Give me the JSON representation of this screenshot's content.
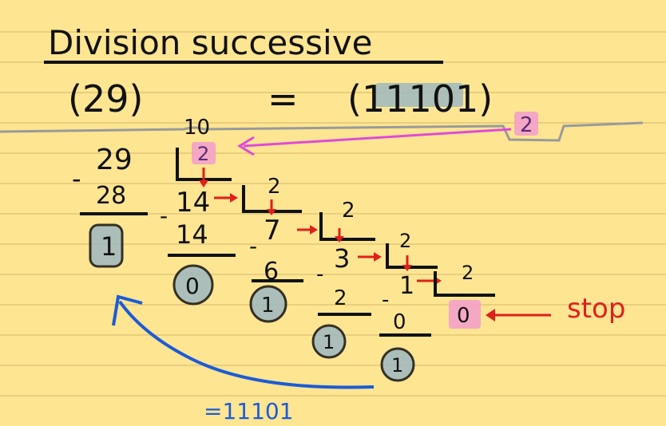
{
  "title": "Division successive",
  "equation": {
    "left": "(29)",
    "left_base": "10",
    "equals": "=",
    "right": "(11101)",
    "right_base": "2"
  },
  "steps": [
    {
      "dividend": "29",
      "divisor": "2",
      "product": "28",
      "remainder": "1"
    },
    {
      "dividend": "14",
      "divisor": "2",
      "product": "14",
      "remainder": "0"
    },
    {
      "dividend": "7",
      "divisor": "2",
      "product": "6",
      "remainder": "1"
    },
    {
      "dividend": "3",
      "divisor": "2",
      "product": "2",
      "remainder": "1"
    },
    {
      "dividend": "1",
      "divisor": "2",
      "product": "0",
      "remainder": "1"
    },
    {
      "dividend": "0",
      "divisor": "2",
      "product": "",
      "remainder": ""
    }
  ],
  "stop_label": "stop",
  "result_label": "=11101",
  "colors": {
    "paper": "#fde592",
    "rule_line": "#d5b86a",
    "ink": "#111111",
    "pink": "#e04ad8",
    "red": "#e0201a",
    "blue": "#1c5bd6",
    "highlight_grey": "#9fb8c0",
    "highlight_pink": "#f3a1c9"
  }
}
